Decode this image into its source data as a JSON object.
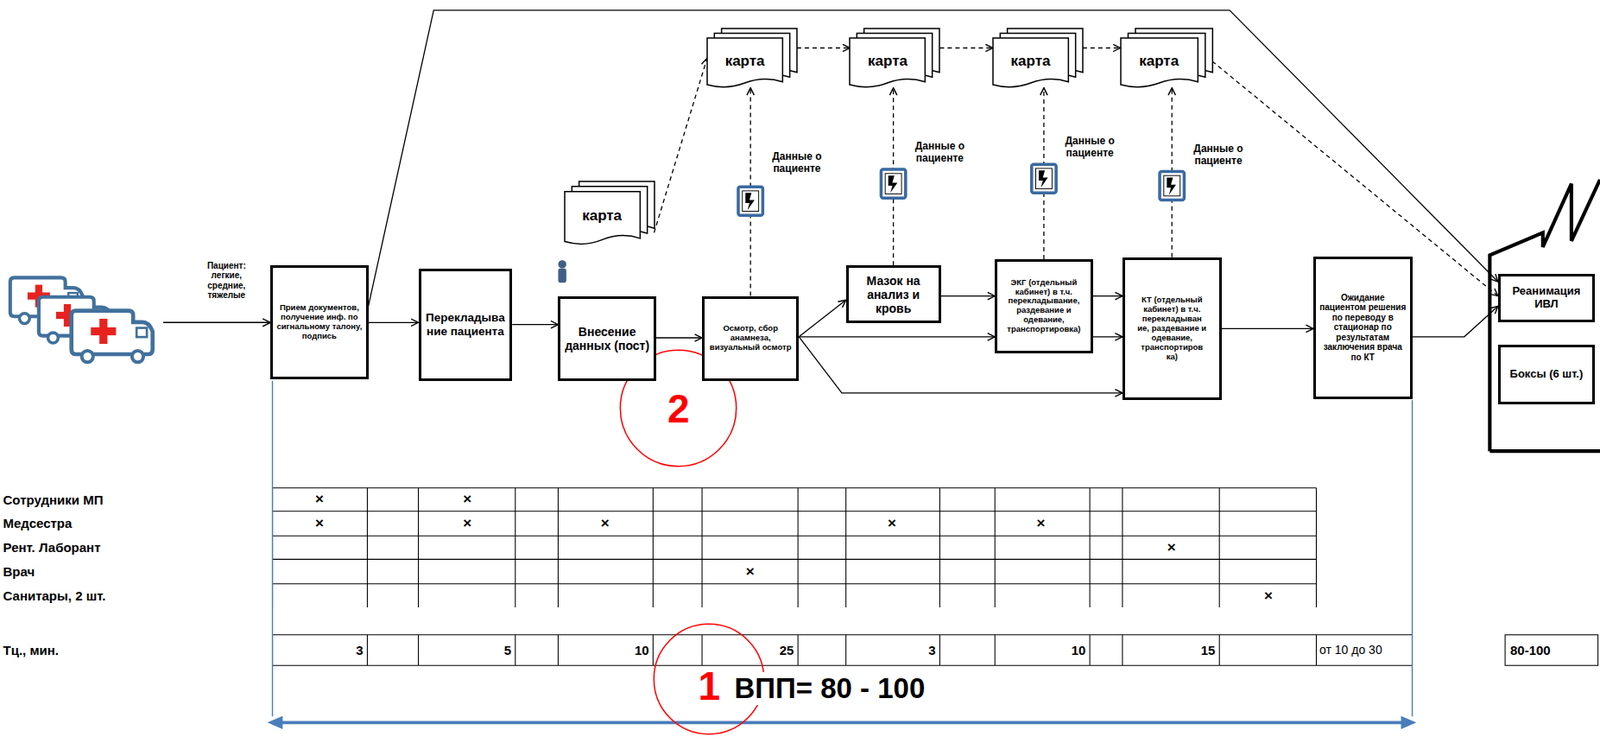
{
  "diagram": {
    "nodes": [
      {
        "text": [
          "карта"
        ]
      },
      {
        "text": [
          "карта"
        ]
      },
      {
        "text": [
          "карта"
        ]
      },
      {
        "text": [
          "карта"
        ]
      },
      {
        "text": [
          "карта"
        ]
      },
      {
        "text": [
          "Прием документов, получение инф. по сигнальному талону, подпись"
        ]
      },
      {
        "text": [
          "Перекладыва ние пациента"
        ]
      },
      {
        "text": [
          "Внесение данных (пост)"
        ]
      },
      {
        "text": [
          "Осмотр, сбор анамнеза, визуальный осмотр"
        ]
      },
      {
        "text": [
          "Мазок на анализ и кровь"
        ]
      },
      {
        "text": [
          "ЭКГ (отдельный кабинет) в т.ч. перекладывание, раздевание и одевание, транспортировка)"
        ]
      },
      {
        "text": [
          "КТ (отдельный кабинет) в т.ч. перекладыван ие, раздевание и одевание, транспортиров ка)"
        ]
      },
      {
        "text": [
          "Ожидание пациентом решения по переводу в стационар по результатам заключения врача по КТ"
        ]
      },
      {
        "text": [
          "Реанимация ИВЛ"
        ]
      },
      {
        "text": [
          "Боксы (6 шт.)"
        ]
      },
      {
        "text": [
          "2"
        ]
      },
      {
        "text": [
          "1"
        ]
      }
    ],
    "edges": [
      {
        "from": 4,
        "to": 0,
        "arrow": "to"
      },
      {
        "from": 0,
        "to": 1,
        "arrow": "to"
      },
      {
        "from": 1,
        "to": 2,
        "arrow": "to"
      },
      {
        "from": 2,
        "to": 3,
        "arrow": "to"
      },
      {
        "from": 3,
        "to": 13,
        "arrow": "to"
      },
      {
        "from": 8,
        "to": 0,
        "label": "Данные о пациенте",
        "arrow": "to"
      },
      {
        "from": 9,
        "to": 1,
        "label": "Данные о пациенте",
        "arrow": "to"
      },
      {
        "from": 10,
        "to": 2,
        "label": "Данные о пациенте",
        "arrow": "to"
      },
      {
        "from": 11,
        "to": 3,
        "label": "Данные о пациенте",
        "arrow": "to"
      },
      {
        "from": 5,
        "to": 6,
        "arrow": "to"
      },
      {
        "from": 6,
        "to": 7,
        "arrow": "to"
      },
      {
        "from": 7,
        "to": 8,
        "arrow": "to"
      },
      {
        "from": 8,
        "to": 9,
        "arrow": "to"
      },
      {
        "from": 8,
        "to": 10,
        "arrow": "to"
      },
      {
        "from": 8,
        "to": 11,
        "arrow": "to"
      },
      {
        "from": 9,
        "to": 10,
        "arrow": "to"
      },
      {
        "from": 10,
        "to": 11,
        "arrow": "to"
      },
      {
        "from": 10,
        "to": 11,
        "arrow": "to"
      },
      {
        "from": 11,
        "to": 12,
        "arrow": "to"
      },
      {
        "from": 12,
        "to": 13,
        "arrow": "to"
      },
      {
        "from": 5,
        "to": 13,
        "arrow": "to"
      }
    ],
    "labels": [
      "Пациент: легкие, средние, тяжелые",
      "Сотрудники МП",
      "Медсестра",
      "Рент. Лаборант",
      "Врач",
      "Санитары, 2 шт.",
      "Тц., мин.",
      "×",
      "×",
      "×",
      "×",
      "×",
      "×",
      "×",
      "×",
      "×",
      "×",
      "3",
      "5",
      "10",
      "25",
      "3",
      "10",
      "15",
      "от 10 до 30",
      "80-100",
      "ВПП= 80 - 100"
    ]
  }
}
